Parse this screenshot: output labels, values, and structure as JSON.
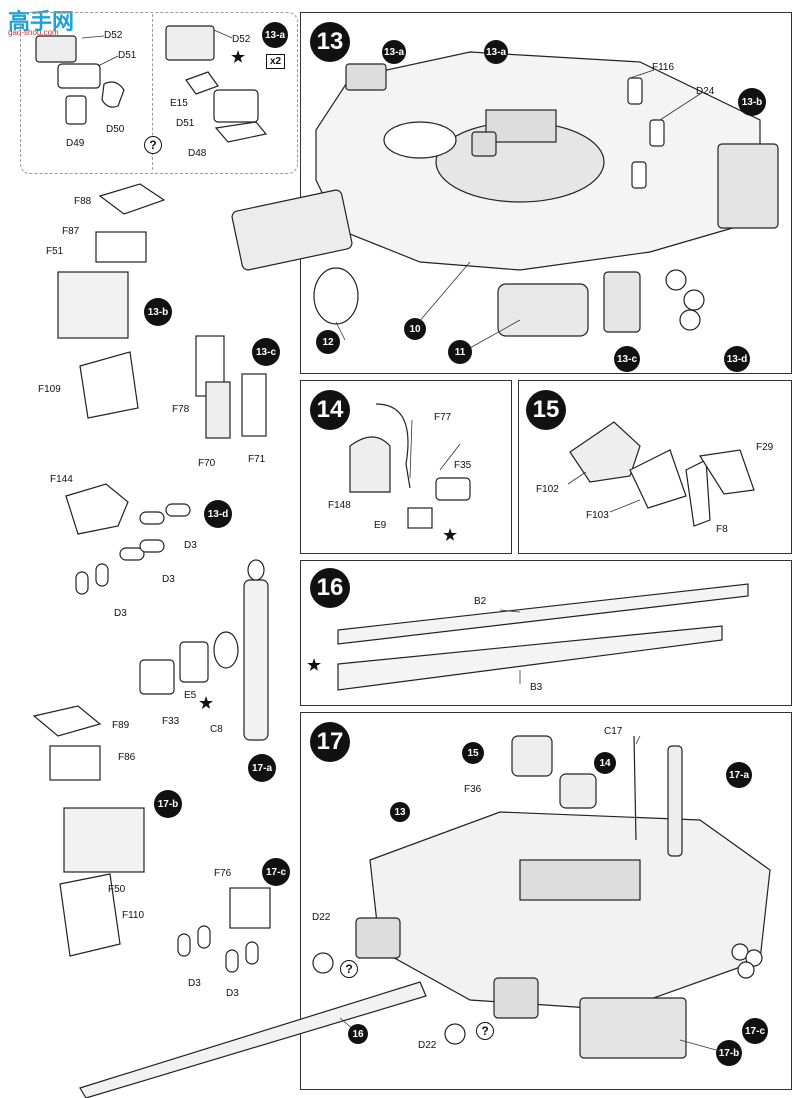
{
  "watermark": {
    "logo": "高手网",
    "url": "gao-shou.com"
  },
  "steps": {
    "s13": "13",
    "s14": "14",
    "s15": "15",
    "s16": "16",
    "s17": "17"
  },
  "tags": {
    "t13a": "13-a",
    "t13b": "13-b",
    "t13c": "13-c",
    "t13d": "13-d",
    "t17a": "17-a",
    "t17b": "17-b",
    "t17c": "17-c",
    "t10": "10",
    "t11": "11",
    "t12": "12",
    "t13": "13",
    "t14": "14",
    "t15": "15",
    "t16": "16"
  },
  "multiplier": "x2",
  "star_refs": {
    "five": "5",
    "twelve": "12"
  },
  "help_mark": "?",
  "labels": {
    "D52": "D52",
    "D51": "D51",
    "D50": "D50",
    "D49": "D49",
    "E15": "E15",
    "D48": "D48",
    "F116": "F116",
    "D24": "D24",
    "F88": "F88",
    "F87": "F87",
    "F51": "F51",
    "F109": "F109",
    "F78": "F78",
    "F70": "F70",
    "F71": "F71",
    "F144": "F144",
    "D3": "D3",
    "F33": "F33",
    "E5": "E5",
    "C8": "C8",
    "F89": "F89",
    "F86": "F86",
    "F50": "F50",
    "F110": "F110",
    "F76": "F76",
    "F77": "F77",
    "F35": "F35",
    "F148": "F148",
    "E9": "E9",
    "F29": "F29",
    "F102": "F102",
    "F103": "F103",
    "F8": "F8",
    "B2": "B2",
    "B3": "B3",
    "C17": "C17",
    "F36": "F36",
    "D22": "D22"
  }
}
